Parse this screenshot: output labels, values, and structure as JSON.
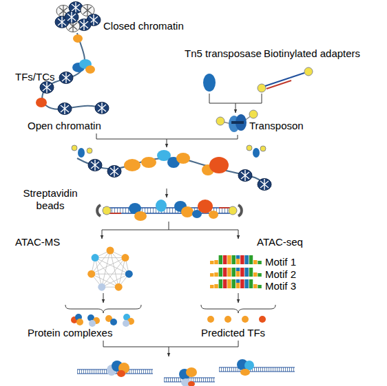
{
  "diagram": {
    "labels": [
      "Closed chromatin",
      "TFs/TCs",
      "Tn5 transposase",
      "Biotinylated adapters",
      "Open chromatin",
      "Transposon",
      "Streptavidin beads",
      "ATAC-MS",
      "ATAC-seq",
      "Motif 1",
      "Motif 2",
      "Motif 3",
      "Protein complexes",
      "Predicted TFs"
    ]
  }
}
